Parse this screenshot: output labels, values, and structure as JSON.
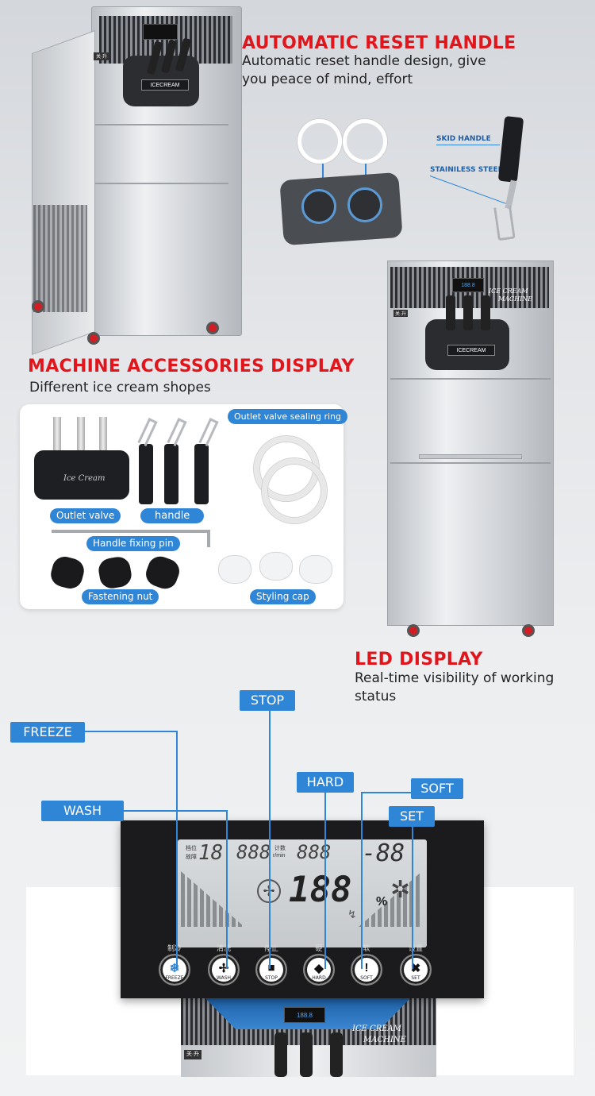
{
  "section_reset": {
    "title": "AUTOMATIC RESET HANDLE",
    "desc_line1": "Automatic reset handle design, give",
    "desc_line2": "you peace of mind, effort",
    "label_skid": "SKID HANDLE",
    "label_steel": "STAINILESS STEEL"
  },
  "section_accessories": {
    "title": "MACHINE ACCESSORIES DISPLAY",
    "desc": "Different ice cream shopes",
    "labels": {
      "outlet_valve": "Outlet valve",
      "handle": "handle",
      "sealing_ring": "Outlet valve sealing ring",
      "fixing_pin": "Handle fixing pin",
      "fastening_nut": "Fastening nut",
      "styling_cap": "Styling cap"
    },
    "valve_script": "Ice Cream"
  },
  "section_led": {
    "title": "LED DISPLAY",
    "desc_line1": "Real-time visibility of working",
    "desc_line2": "status"
  },
  "machine": {
    "badge": "ICECREAM",
    "top_script_line1": "ICE CREAM",
    "top_script_line2": "MACHINE",
    "small_badge": "关·升",
    "panel_digits": "188.8"
  },
  "panel": {
    "callouts": {
      "freeze": "FREEZE",
      "stop": "STOP",
      "wash": "WASH",
      "hard": "HARD",
      "soft": "SOFT",
      "set": "SET"
    },
    "lcd": {
      "label_pos_top": "档位",
      "label_pos_bottom": "故障",
      "seg1": "18",
      "seg2": "888",
      "label_count": "计数",
      "label_rpm": "r/min",
      "seg3": "888",
      "seg4": "-88",
      "big": "188",
      "percent": "%"
    },
    "buttons": [
      {
        "cn": "制冷",
        "label": "FREEZE",
        "symbol": "❄"
      },
      {
        "cn": "清洗",
        "label": "WASH",
        "symbol": "✢"
      },
      {
        "cn": "停止",
        "label": "STOP",
        "symbol": "■"
      },
      {
        "cn": "硬",
        "label": "HARD",
        "symbol": "◆"
      },
      {
        "cn": "软",
        "label": "SOFT",
        "symbol": "!"
      },
      {
        "cn": "设置",
        "label": "SET",
        "symbol": "✖"
      }
    ]
  },
  "colors": {
    "accent_red": "#e0161c",
    "accent_blue": "#2f86d6"
  }
}
